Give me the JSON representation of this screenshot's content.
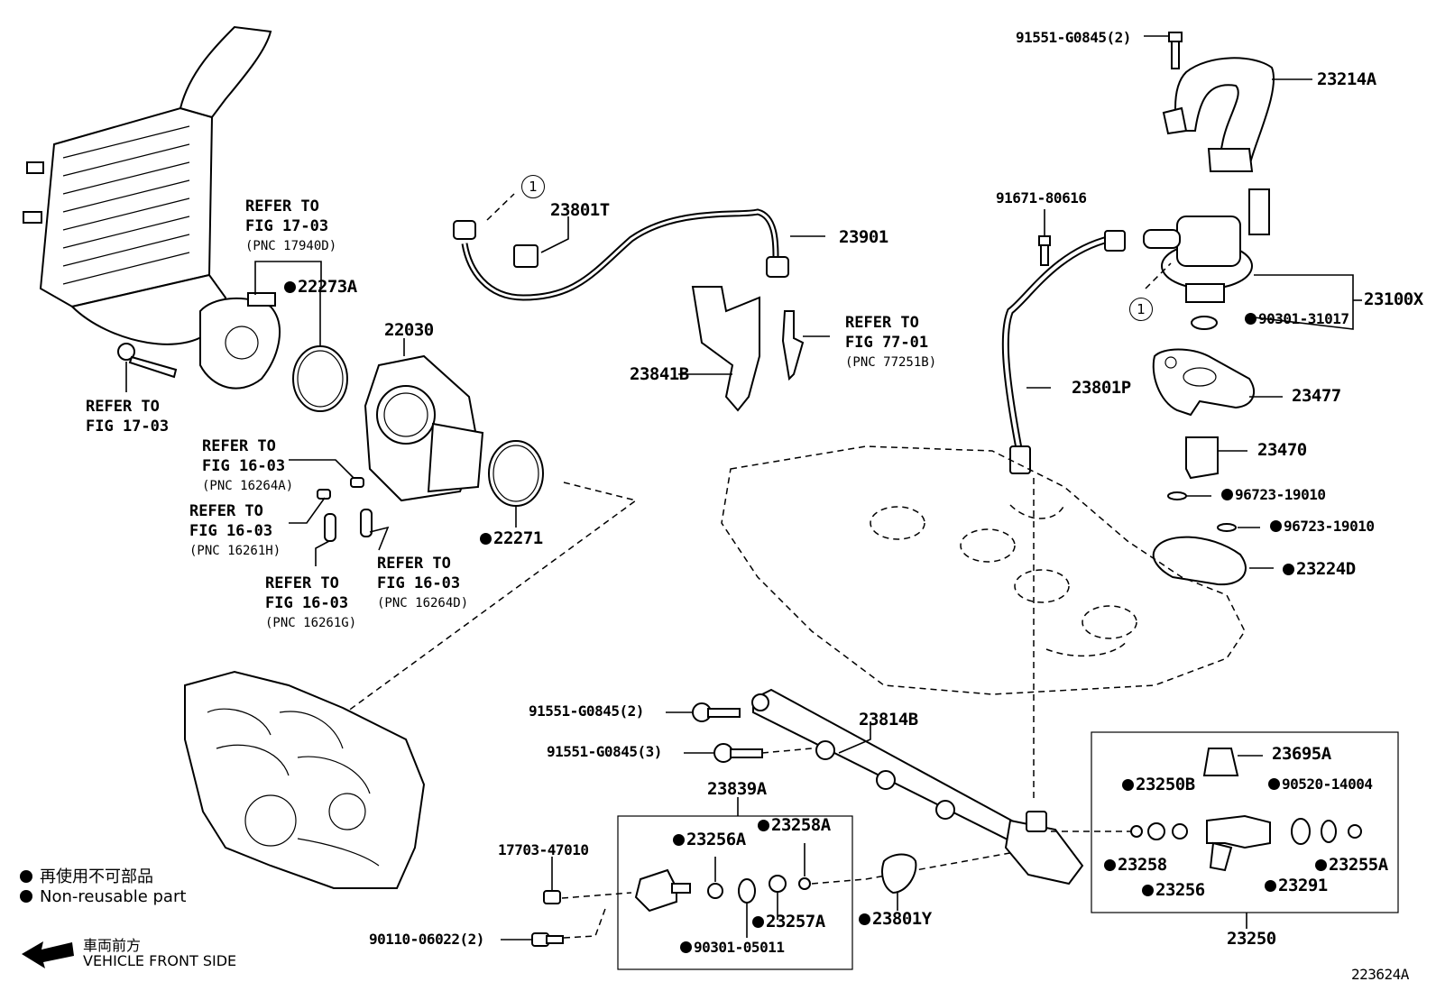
{
  "legend": {
    "non_reusable_jp": "再使用不可部品",
    "non_reusable_en": "Non-reusable part"
  },
  "front": {
    "jp": "車両前方",
    "en": "VEHICLE FRONT SIDE"
  },
  "figure_id": "223624A",
  "refs": {
    "r1": {
      "l1": "REFER TO",
      "l2": "FIG 17-03",
      "pnc": "(PNC 17940D)"
    },
    "r2": {
      "l1": "REFER TO",
      "l2": "FIG 17-03"
    },
    "r3": {
      "l1": "REFER TO",
      "l2": "FIG 16-03",
      "pnc": "(PNC 16264A)"
    },
    "r4": {
      "l1": "REFER TO",
      "l2": "FIG 16-03",
      "pnc": "(PNC 16261H)"
    },
    "r5": {
      "l1": "REFER TO",
      "l2": "FIG 16-03",
      "pnc": "(PNC 16261G)"
    },
    "r6": {
      "l1": "REFER TO",
      "l2": "FIG 16-03",
      "pnc": "(PNC 16264D)"
    },
    "r7": {
      "l1": "REFER TO",
      "l2": "FIG 77-01",
      "pnc": "(PNC 77251B)"
    }
  },
  "callout": {
    "circle": "1"
  },
  "parts": {
    "p22273A": "22273A",
    "p22030": "22030",
    "p22271": "22271",
    "p23801T": "23801T",
    "p23901": "23901",
    "p23841B": "23841B",
    "p91671": "91671-80616",
    "p91551_top": "91551-G0845(2)",
    "p23214A": "23214A",
    "p23100X": "23100X",
    "p90301_31017": "90301-31017",
    "p23801P": "23801P",
    "p23477": "23477",
    "p23470": "23470",
    "p96723_a": "96723-19010",
    "p96723_b": "96723-19010",
    "p23224D": "23224D",
    "p91551_2": "91551-G0845(2)",
    "p91551_3": "91551-G0845(3)",
    "p23814B": "23814B",
    "p23839A": "23839A",
    "p17703": "17703-47010",
    "p90110": "90110-06022(2)",
    "p23256A": "23256A",
    "p23258A": "23258A",
    "p23257A": "23257A",
    "p90301_05011": "90301-05011",
    "p23801Y": "23801Y",
    "p23695A": "23695A",
    "p23250B": "23250B",
    "p90520": "90520-14004",
    "p23258": "23258",
    "p23256": "23256",
    "p23291": "23291",
    "p23255A": "23255A",
    "p23250": "23250"
  }
}
